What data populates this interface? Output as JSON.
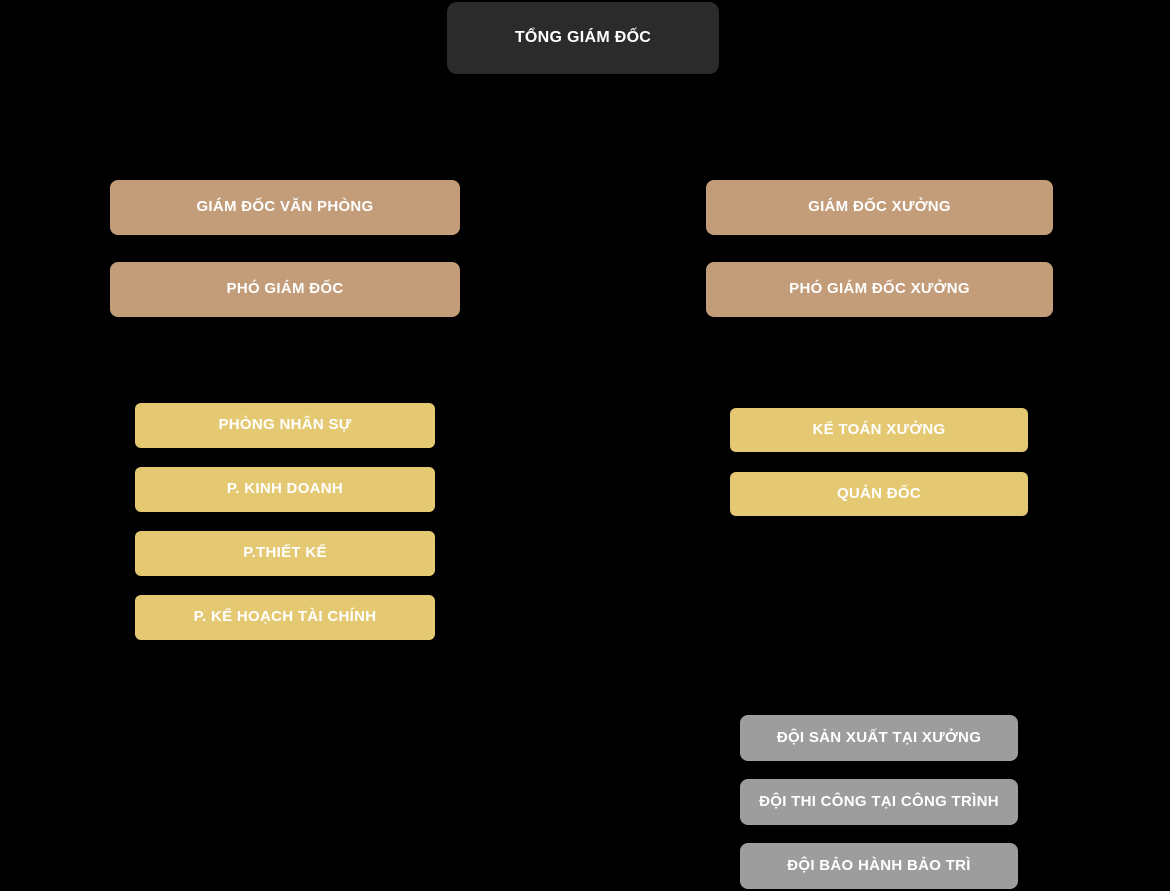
{
  "colors": {
    "background": "#000000",
    "executive_box": "#2b2b2b",
    "director_box": "#c39d79",
    "department_box": "#e4c972",
    "team_box": "#9d9d9d",
    "text": "#ffffff"
  },
  "org_chart": {
    "type": "organization-chart",
    "root": {
      "label": "TỔNG GIÁM ĐỐC"
    },
    "left_branch": {
      "directors": [
        {
          "label": "GIÁM ĐỐC VĂN PHÒNG"
        },
        {
          "label": "PHÓ GIÁM ĐỐC"
        }
      ],
      "departments": [
        {
          "label": "PHÒNG NHÂN SỰ"
        },
        {
          "label": "P. KINH DOANH"
        },
        {
          "label": "P.THIẾT KẾ"
        },
        {
          "label": "P. KẾ HOẠCH TÀI CHÍNH"
        }
      ]
    },
    "right_branch": {
      "directors": [
        {
          "label": "GIÁM ĐỐC XƯỞNG"
        },
        {
          "label": "PHÓ GIÁM ĐỐC XƯỞNG"
        }
      ],
      "departments": [
        {
          "label": "KẾ TOÁN XƯỞNG"
        },
        {
          "label": "QUẢN ĐỐC"
        }
      ],
      "teams": [
        {
          "label": "ĐỘI SẢN XUẤT TẠI XƯỞNG"
        },
        {
          "label": "ĐỘI THI CÔNG TẠI CÔNG TRÌNH"
        },
        {
          "label": "ĐỘI BẢO HÀNH BẢO TRÌ"
        }
      ]
    }
  }
}
